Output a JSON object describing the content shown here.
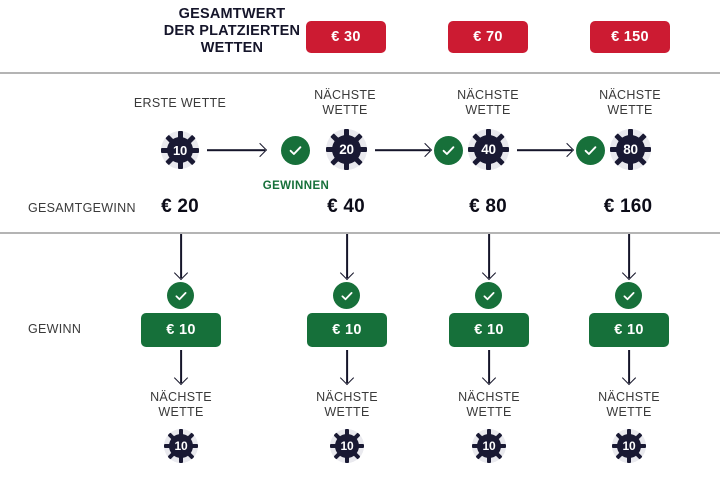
{
  "header": {
    "title_lines": [
      "GESAMTWERT",
      "DER PLATZIERTEN",
      "WETTEN"
    ],
    "title_text": "GESAMTWERT DER PLATZIERTEN WETTEN",
    "badges": [
      {
        "label": "€ 30"
      },
      {
        "label": "€ 70"
      },
      {
        "label": "€ 150"
      }
    ],
    "badge_color": "#cc1b32"
  },
  "row_labels": {
    "total_win": "GESAMTGEWINN",
    "win": "GEWINN"
  },
  "progression": {
    "captions": [
      {
        "lines": [
          "ERSTE WETTE"
        ],
        "text": "ERSTE WETTE"
      },
      {
        "lines": [
          "NÄCHSTE",
          "WETTE"
        ],
        "text": "NÄCHSTE WETTE"
      },
      {
        "lines": [
          "NÄCHSTE",
          "WETTE"
        ],
        "text": "NÄCHSTE WETTE"
      },
      {
        "lines": [
          "NÄCHSTE",
          "WETTE"
        ],
        "text": "NÄCHSTE WETTE"
      }
    ],
    "chips": [
      {
        "value": "10"
      },
      {
        "value": "20"
      },
      {
        "value": "40"
      },
      {
        "value": "80"
      }
    ],
    "win_label": "GEWINNEN",
    "totals": [
      {
        "value": "€ 20"
      },
      {
        "value": "€ 40"
      },
      {
        "value": "€ 80"
      },
      {
        "value": "€ 160"
      }
    ]
  },
  "payout": {
    "boxes": [
      {
        "label": "€ 10"
      },
      {
        "label": "€ 10"
      },
      {
        "label": "€ 10"
      },
      {
        "label": "€ 10"
      }
    ],
    "box_color": "#16703a",
    "next_captions": [
      {
        "lines": [
          "NÄCHSTE",
          "WETTE"
        ],
        "text": "NÄCHSTE WETTE"
      },
      {
        "lines": [
          "NÄCHSTE",
          "WETTE"
        ],
        "text": "NÄCHSTE WETTE"
      },
      {
        "lines": [
          "NÄCHSTE",
          "WETTE"
        ],
        "text": "NÄCHSTE WETTE"
      },
      {
        "lines": [
          "NÄCHSTE",
          "WETTE"
        ],
        "text": "NÄCHSTE WETTE"
      }
    ],
    "next_chips": [
      {
        "value": "10"
      },
      {
        "value": "10"
      },
      {
        "value": "10"
      },
      {
        "value": "10"
      }
    ]
  },
  "colors": {
    "chip_dark": "#191933",
    "chip_light": "#e9e9ee",
    "green": "#17703a",
    "red": "#cc1b32",
    "divider": "#b4b4b4"
  }
}
